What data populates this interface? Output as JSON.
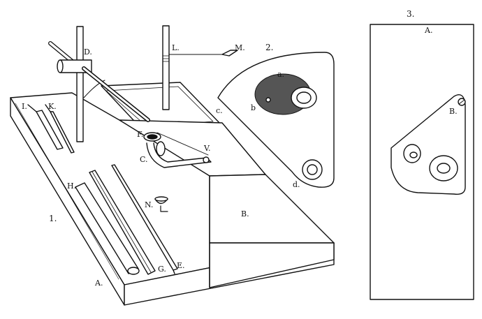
{
  "figure_numbers": {
    "fig1": "1.",
    "fig2": "2.",
    "fig3": "3."
  },
  "labels": {
    "A": "A.",
    "B": "B.",
    "C": "C.",
    "D": "D.",
    "E": "E.",
    "F": "F.",
    "G": "G.",
    "H": "H.",
    "I": "I.",
    "K": "K.",
    "L": "L.",
    "M": "M.",
    "N": "N.",
    "V": "V.",
    "fig2_a": "a.",
    "fig2_b": "b",
    "fig2_c": "c.",
    "fig2_d": "d.",
    "fig3_A": "A.",
    "fig3_B": "B."
  },
  "colors": {
    "ink": "#111111",
    "paper": "#ffffff"
  }
}
